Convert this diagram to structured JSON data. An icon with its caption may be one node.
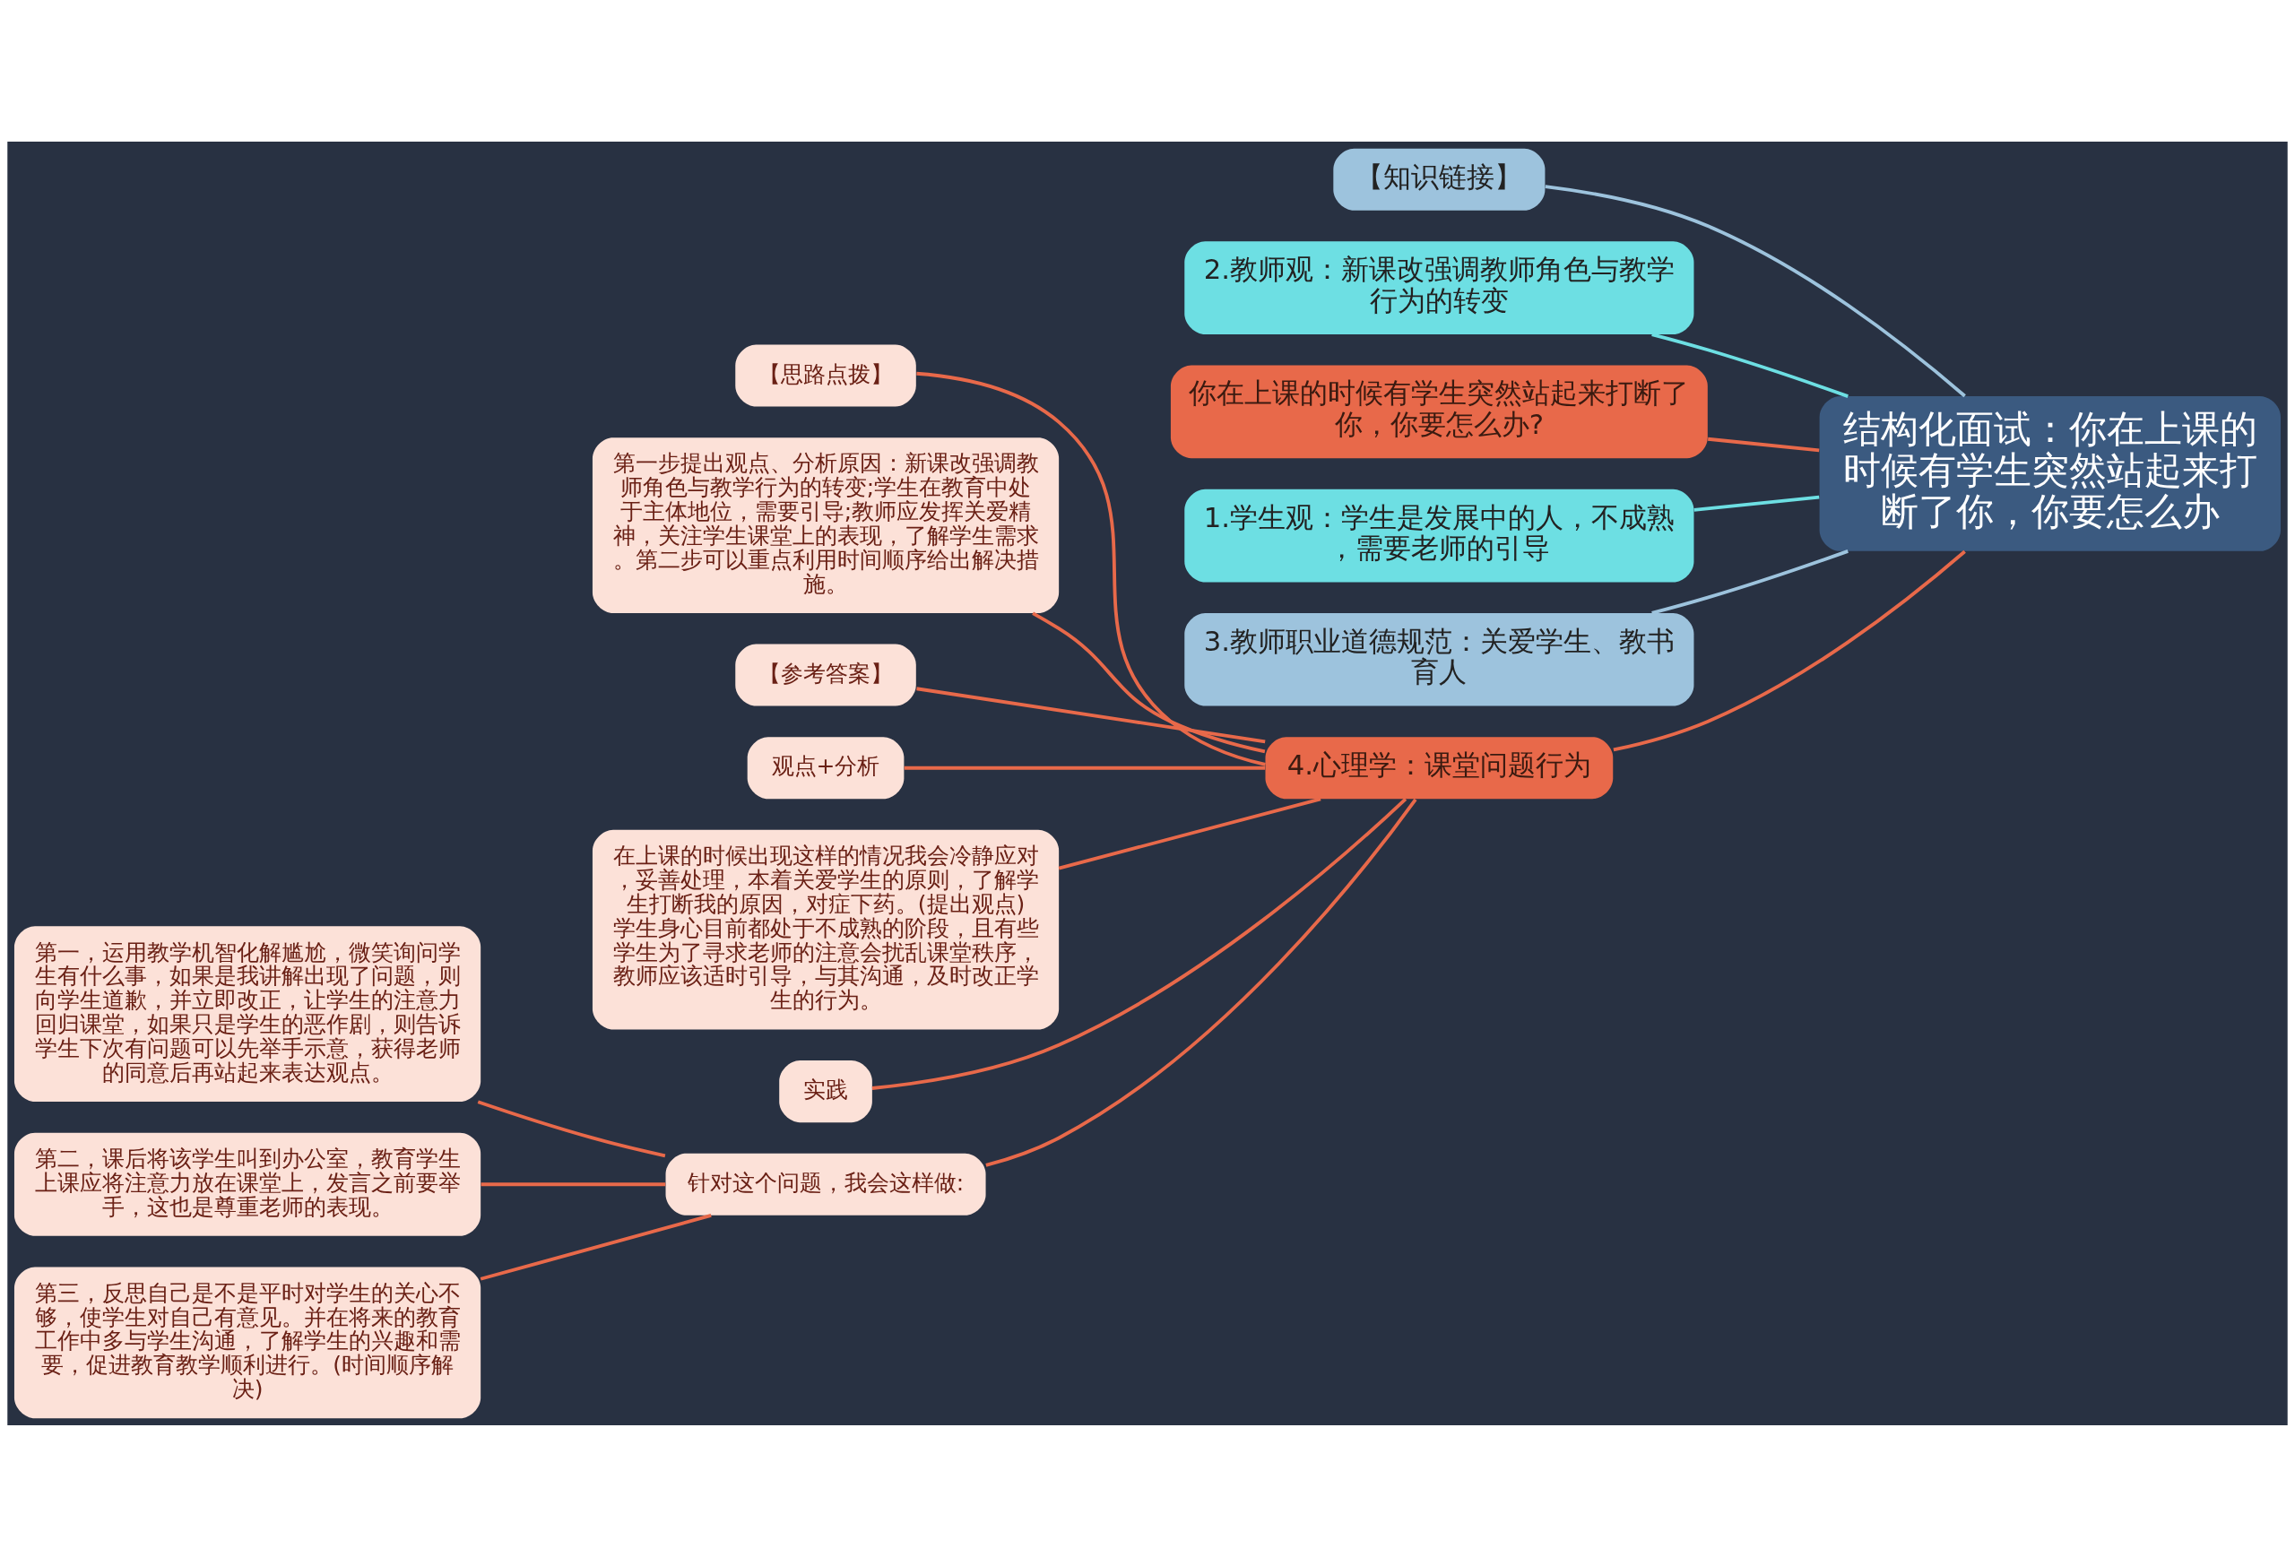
{
  "diagram": {
    "nodes": [
      {
        "text": [
          "结构化面试：你在上课的时候有学生突然站起来打断了你，你要怎么办"
        ]
      },
      {
        "text": [
          "【知识链接】"
        ]
      },
      {
        "text": [
          "2.教师观：新课改强调教师角色与教学行为的转变"
        ]
      },
      {
        "text": [
          "你在上课的时候有学生突然站起来打断了你，你要怎么办?"
        ]
      },
      {
        "text": [
          "1.学生观：学生是发展中的人，不成熟，需要老师的引导"
        ]
      },
      {
        "text": [
          "3.教师职业道德规范：关爱学生、教书育人"
        ]
      },
      {
        "text": [
          "4.心理学：课堂问题行为"
        ]
      },
      {
        "text": [
          "【思路点拨】"
        ]
      },
      {
        "text": [
          "第一步提出观点、分析原因：新课改强调教师角色与教学行为的转变;学生在教育中处于主体地位，需要引导;教师应发挥关爱精神，关注学生课堂上的表现，了解学生需求。第二步可以重点利用时间顺序给出解决措施。"
        ]
      },
      {
        "text": [
          "【参考答案】"
        ]
      },
      {
        "text": [
          "观点+分析"
        ]
      },
      {
        "text": [
          "在上课的时候出现这样的情况我会冷静应对，妥善处理，本着关爱学生的原则，了解学生打断我的原因，对症下药。(提出观点)学生身心目前都处于不成熟的阶段，且有些学生为了寻求老师的注意会扰乱课堂秩序，教师应该适时引导，与其沟通，及时改正学生的行为。"
        ]
      },
      {
        "text": [
          "实践"
        ]
      },
      {
        "text": [
          "针对这个问题，我会这样做:"
        ]
      },
      {
        "text": [
          "第一，运用教学机智化解尴尬，微笑询问学生有什么事，如果是我讲解出现了问题，则向学生道歉，并立即改正，让学生的注意力回归课堂，如果只是学生的恶作剧，则告诉学生下次有问题可以先举手示意，获得老师的同意后再站起来表达观点。"
        ]
      },
      {
        "text": [
          "第二，课后将该学生叫到办公室，教育学生上课应将注意力放在课堂上，发言之前要举手，这也是尊重老师的表现。"
        ]
      },
      {
        "text": [
          "第三，反思自己是不是平时对学生的关心不够，使学生对自己有意见。并在将来的教育工作中多与学生沟通，了解学生的兴趣和需要，促进教育教学顺利进行。(时间顺序解决)"
        ]
      }
    ],
    "edges": [
      {
        "from": 0,
        "to": 1,
        "arrow": "none",
        "color": "#9dc3dd"
      },
      {
        "from": 0,
        "to": 2,
        "arrow": "none",
        "color": "#6ddfe3"
      },
      {
        "from": 0,
        "to": 3,
        "arrow": "none"
      },
      {
        "from": 0,
        "to": 4,
        "arrow": "none",
        "color": "#6ddfe3"
      },
      {
        "from": 0,
        "to": 5,
        "arrow": "none",
        "color": "#9dc3dd"
      },
      {
        "from": 0,
        "to": 6,
        "arrow": "none"
      },
      {
        "from": 6,
        "to": 7,
        "arrow": "none"
      },
      {
        "from": 6,
        "to": 8,
        "arrow": "none"
      },
      {
        "from": 6,
        "to": 9,
        "arrow": "none"
      },
      {
        "from": 6,
        "to": 10,
        "arrow": "none"
      },
      {
        "from": 6,
        "to": 11,
        "arrow": "none"
      },
      {
        "from": 6,
        "to": 12,
        "arrow": "none"
      },
      {
        "from": 6,
        "to": 13,
        "arrow": "none"
      },
      {
        "from": 13,
        "to": 14,
        "arrow": "none"
      },
      {
        "from": 13,
        "to": 15,
        "arrow": "none"
      },
      {
        "from": 13,
        "to": 16,
        "arrow": "none"
      }
    ]
  }
}
